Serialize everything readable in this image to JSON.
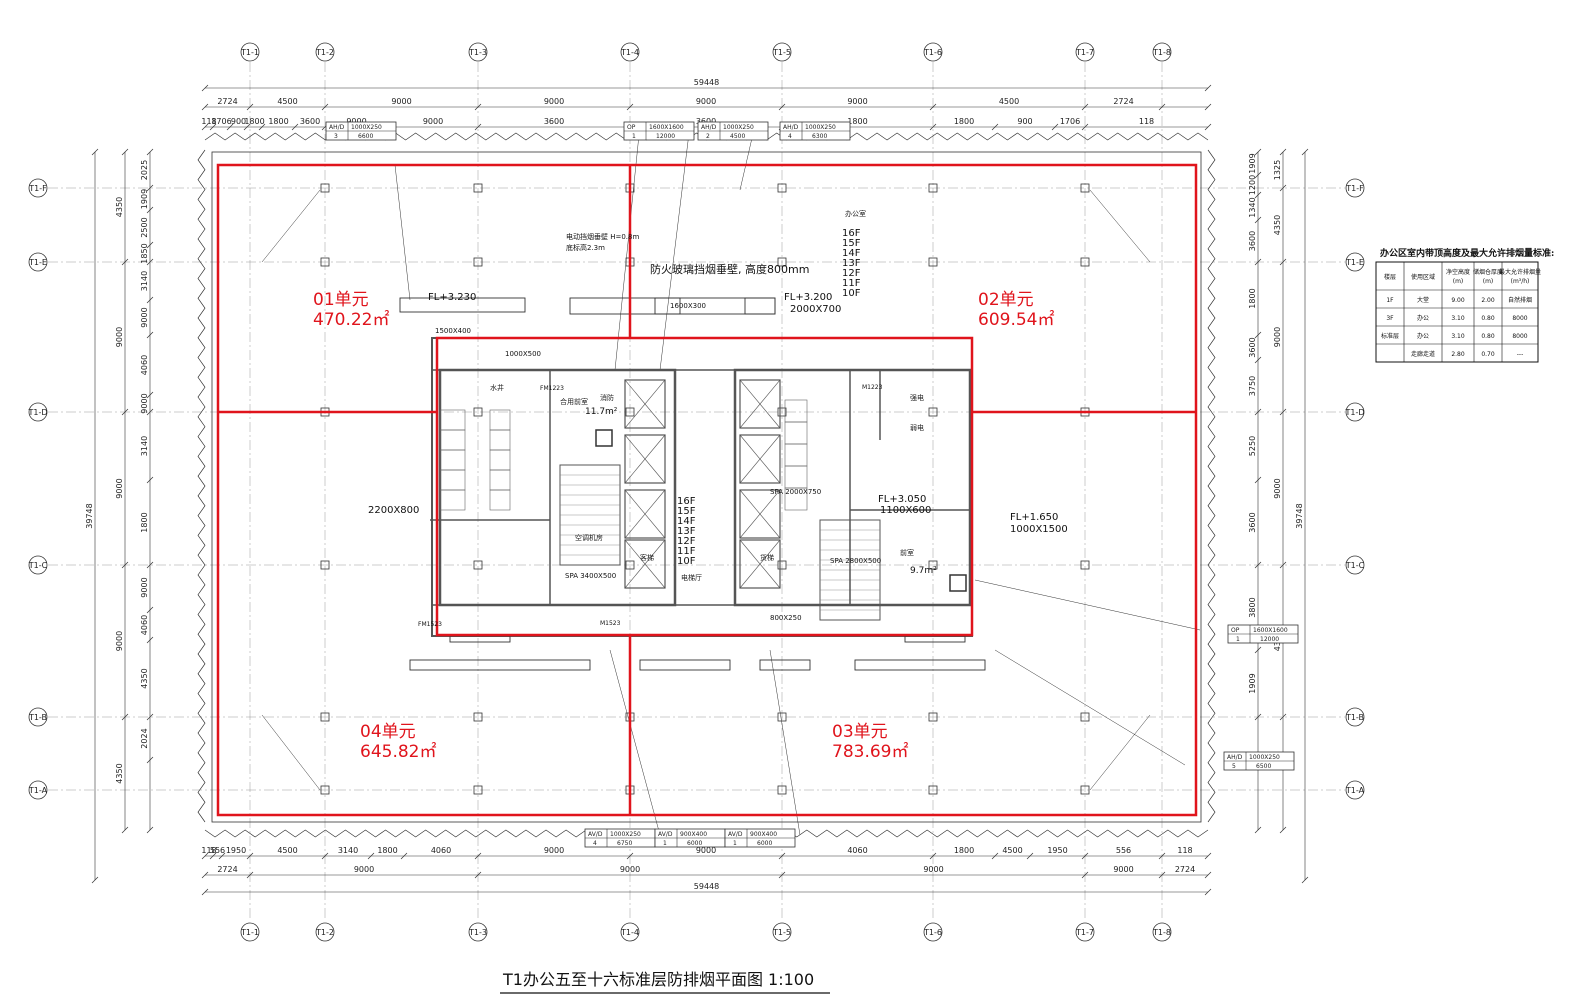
{
  "title": "T1办公五至十六标准层防排烟平面图  1:100",
  "axes_top": [
    "T1-1",
    "T1-2",
    "T1-3",
    "T1-4",
    "T1-5",
    "T1-6",
    "T1-7",
    "T1-8"
  ],
  "axes_left": [
    "T1-F",
    "T1-E",
    "T1-D",
    "T1-C",
    "T1-B",
    "T1-A"
  ],
  "total_width": "59448",
  "total_height": "39748",
  "dims_top_row1": [
    "2724",
    "4500",
    "9000",
    "9000",
    "9000",
    "9000",
    "4500",
    "2724"
  ],
  "dims_top_row2": [
    "118",
    "1706",
    "900",
    "1800",
    "1800",
    "3600",
    "9000",
    "9000",
    "3600",
    "3600",
    "1800",
    "1800",
    "900",
    "1706",
    "118"
  ],
  "dims_bottom_row1": [
    "118",
    "556",
    "1950",
    "4500",
    "3140",
    "1800",
    "4060",
    "9000",
    "9000",
    "4060",
    "1800",
    "4500",
    "1950",
    "556",
    "118"
  ],
  "dims_bottom_row2": [
    "2724",
    "9000",
    "9000",
    "9000",
    "9000",
    "2724"
  ],
  "dims_left_outer": [
    "4350",
    "9000",
    "9000",
    "9000",
    "4350"
  ],
  "dims_left_inner": [
    "2025",
    "1909",
    "2500",
    "1850",
    "3140",
    "9000",
    "4060",
    "9000",
    "3140",
    "1800",
    "9000",
    "4060",
    "4350",
    "2024"
  ],
  "dims_right_inner": [
    "1909",
    "1200",
    "1340",
    "3600",
    "1800",
    "3600",
    "3750",
    "5250",
    "3600",
    "3800",
    "1909"
  ],
  "dims_right_outer": [
    "1325",
    "4350",
    "9000",
    "9000",
    "4350"
  ],
  "units": [
    {
      "name": "01单元",
      "area": "470.22㎡"
    },
    {
      "name": "02单元",
      "area": "609.54㎡"
    },
    {
      "name": "03单元",
      "area": "783.69㎡"
    },
    {
      "name": "04单元",
      "area": "645.82㎡"
    }
  ],
  "floor_labels": [
    "16F",
    "15F",
    "14F",
    "13F",
    "12F",
    "11F",
    "10F"
  ],
  "room_labels": [
    "办公室",
    "电梯厅",
    "空调机房",
    "前室",
    "合用前室",
    "强电",
    "弱电",
    "消防",
    "水井",
    "客梯",
    "货梯"
  ],
  "annotations": [
    "FL+3.230",
    "FL+3.200",
    "FL+3.050",
    "FL+1.650",
    "2000X700",
    "2200X800",
    "1100X600",
    "1000X1500",
    "1600X300",
    "1000X500",
    "1500X400",
    "800X250",
    "防火玻璃挡烟垂壁, 高度800mm",
    "电动挡烟垂壁 H=0.8m",
    "底标高2.3m",
    "SPA 2000X750",
    "SPA 2800X500",
    "SPA 3400X500",
    "FM1523",
    "FM1223",
    "M1523",
    "M1223",
    "11.7m²",
    "9.7m²"
  ],
  "exhaust_boxes": [
    {
      "id": "AH/D",
      "n": "3",
      "v": "6600",
      "size": "1000X250"
    },
    {
      "id": "OP",
      "n": "1",
      "v": "12000",
      "size": "1600X1600"
    },
    {
      "id": "AH/D",
      "n": "2",
      "v": "4500",
      "size": "1000X250"
    },
    {
      "id": "AH/D",
      "n": "4",
      "v": "6300",
      "size": "1000X250"
    },
    {
      "id": "OP",
      "n": "1",
      "v": "12000",
      "size": "1600X1600"
    },
    {
      "id": "AH/D",
      "n": "5",
      "v": "6500",
      "size": "1000X250"
    },
    {
      "id": "AV/D",
      "n": "4",
      "v": "6750",
      "size": "1000X250"
    },
    {
      "id": "AV/D",
      "n": "1",
      "v": "6000",
      "size": "900X400"
    },
    {
      "id": "AV/D",
      "n": "1",
      "v": "6000",
      "size": "900X400"
    }
  ],
  "table": {
    "title": "办公区室内带顶高度及最大允许排烟量标准:",
    "headers": [
      "楼层",
      "使用区域",
      "净空高度(m)",
      "储烟仓厚度(m)",
      "最大允许排烟量(m³/h)"
    ],
    "rows": [
      [
        "1F",
        "大堂",
        "9.00",
        "2.00",
        "自然排烟"
      ],
      [
        "3F",
        "办公",
        "3.10",
        "0.80",
        "8000"
      ],
      [
        "标准层",
        "办公",
        "3.10",
        "0.80",
        "8000"
      ],
      [
        "",
        "走廊走道",
        "2.80",
        "0.70",
        "---"
      ]
    ]
  },
  "colors": {
    "zone_line": "#e0141c",
    "line": "#333333",
    "wall": "#555555"
  }
}
